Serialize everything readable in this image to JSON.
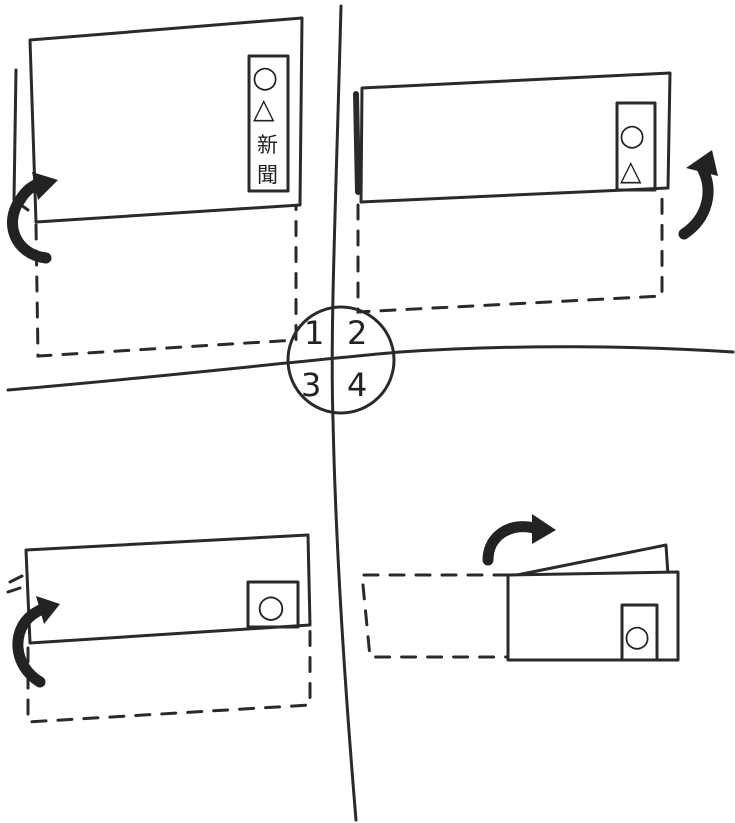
{
  "quadrants": {
    "q1": {
      "number": "1",
      "masthead_circle": "○",
      "masthead_triangle": "△",
      "masthead_kanji_1": "新",
      "masthead_kanji_2": "聞"
    },
    "q2": {
      "number": "2",
      "masthead_circle": "○",
      "masthead_triangle": "△"
    },
    "q3": {
      "number": "3",
      "masthead_circle": "○"
    },
    "q4": {
      "number": "4",
      "masthead_circle": "○"
    }
  },
  "colors": {
    "ink": "#2a2a2a",
    "background": "#ffffff"
  }
}
